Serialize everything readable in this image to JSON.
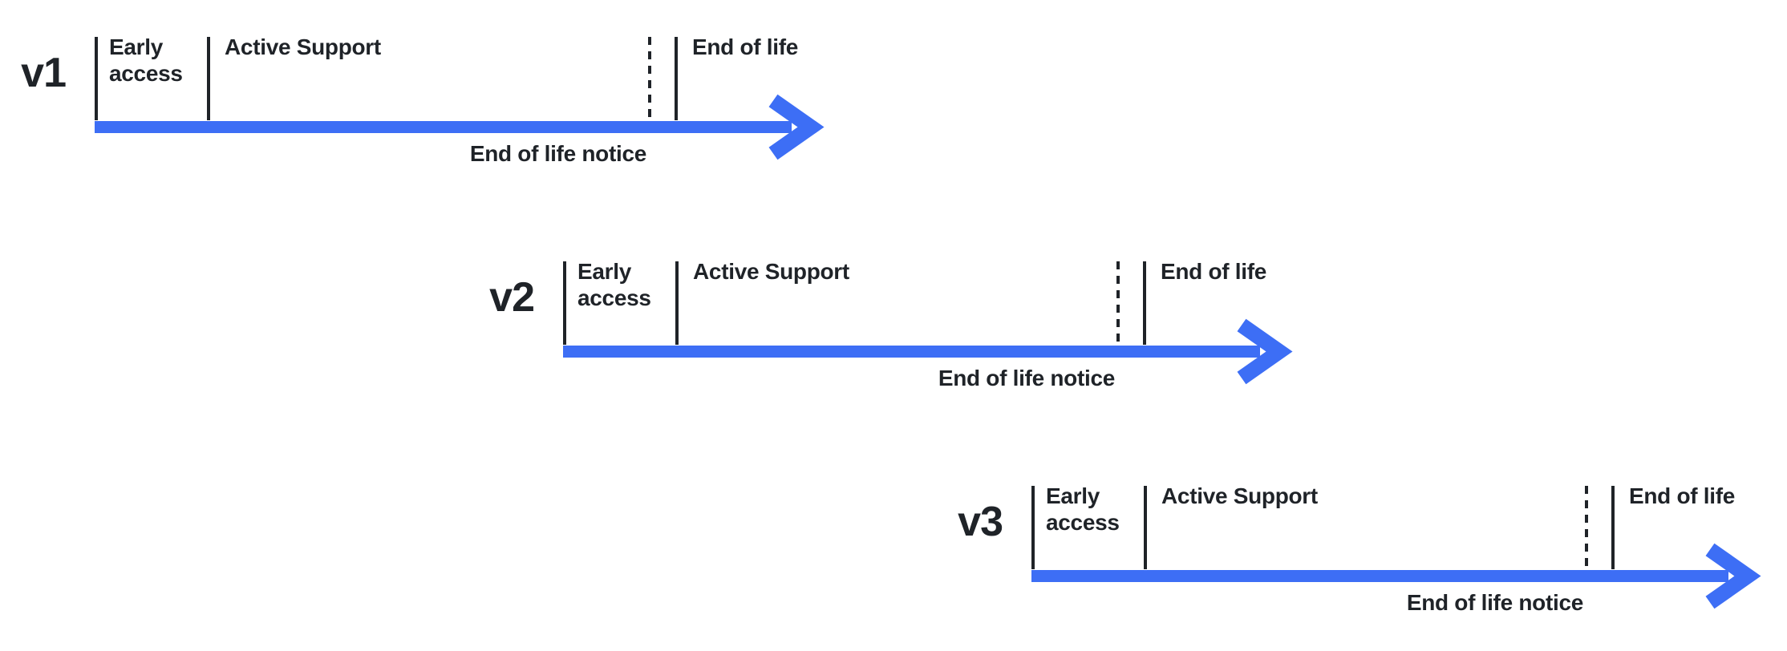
{
  "colors": {
    "arrow_blue": "#3D6EF5",
    "text_dark": "#1F2328"
  },
  "rows": [
    {
      "version": "v1",
      "stages": {
        "early_access": "Early access",
        "active_support": "Active Support",
        "end_of_life": "End of life"
      },
      "notice": "End of life notice"
    },
    {
      "version": "v2",
      "stages": {
        "early_access": "Early access",
        "active_support": "Active Support",
        "end_of_life": "End of life"
      },
      "notice": "End of life notice"
    },
    {
      "version": "v3",
      "stages": {
        "early_access": "Early access",
        "active_support": "Active Support",
        "end_of_life": "End of life"
      },
      "notice": "End of life notice"
    }
  ]
}
